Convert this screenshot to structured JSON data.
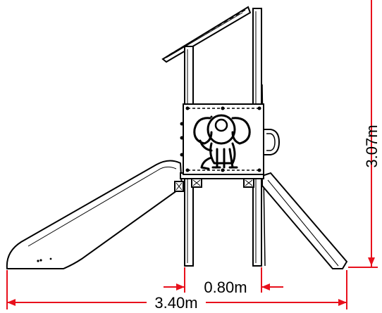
{
  "colors": {
    "drawing": "#000000",
    "dimension": "#e8101c",
    "background": "#ffffff"
  },
  "dimensions": {
    "height": "3.07m",
    "platform_width": "0.80m",
    "total_length": "3.40m"
  }
}
